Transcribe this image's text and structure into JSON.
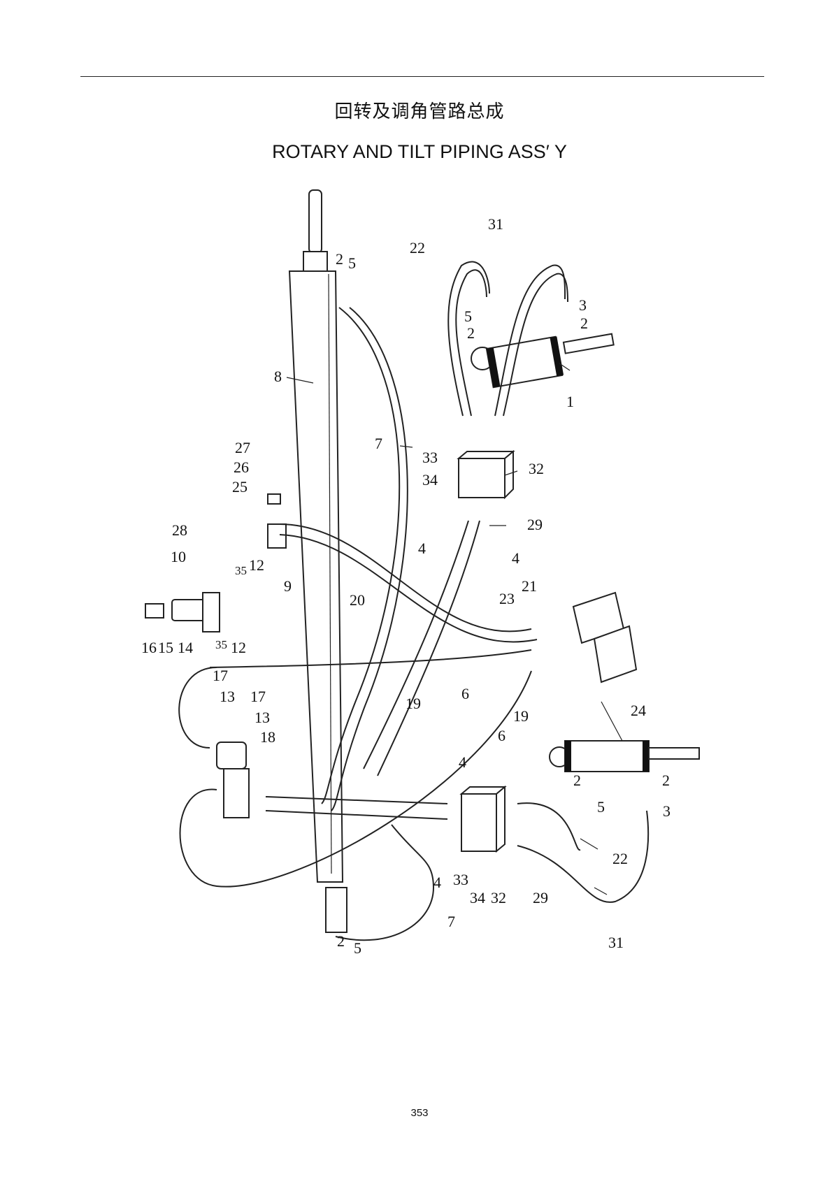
{
  "header": {
    "title_cn": "回转及调角管路总成",
    "title_en": "ROTARY AND TILT PIPING ASS′ Y"
  },
  "footer": {
    "page_number": "353"
  },
  "callouts": {
    "c1": "1",
    "c2a": "2",
    "c2b": "2",
    "c2c": "2",
    "c2d": "2",
    "c2e": "2",
    "c2f": "2",
    "c3a": "3",
    "c3b": "3",
    "c4a": "4",
    "c4b": "4",
    "c4c": "4",
    "c4d": "4",
    "c5a": "5",
    "c5b": "5",
    "c5c": "5",
    "c5d": "5",
    "c6a": "6",
    "c6b": "6",
    "c7a": "7",
    "c7b": "7",
    "c8": "8",
    "c9": "9",
    "c10": "10",
    "c12a": "12",
    "c12b": "12",
    "c13a": "13",
    "c13b": "13",
    "c14": "14",
    "c15": "15",
    "c16": "16",
    "c17a": "17",
    "c17b": "17",
    "c18": "18",
    "c19a": "19",
    "c19b": "19",
    "c20": "20",
    "c21": "21",
    "c22a": "22",
    "c22b": "22",
    "c23": "23",
    "c24": "24",
    "c25": "25",
    "c26": "26",
    "c27": "27",
    "c28": "28",
    "c29a": "29",
    "c29b": "29",
    "c31a": "31",
    "c31b": "31",
    "c32a": "32",
    "c32b": "32",
    "c33a": "33",
    "c33b": "33",
    "c34a": "34",
    "c34b": "34",
    "c35a": "35",
    "c35b": "35"
  }
}
